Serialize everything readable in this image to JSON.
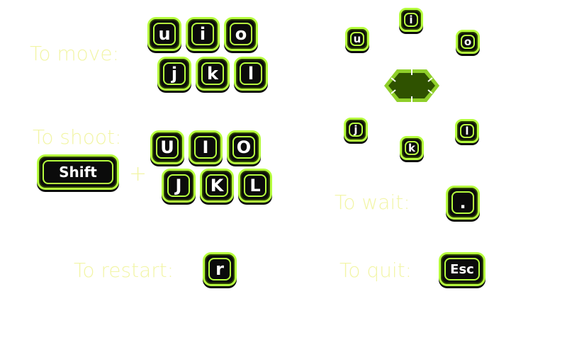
{
  "labels": {
    "move": "To move:",
    "shoot": "To shoot:",
    "restart": "To restart:",
    "wait": "To wait:",
    "quit": "To quit:",
    "plus": "+"
  },
  "keys": {
    "move_top": [
      "u",
      "i",
      "o"
    ],
    "move_bottom": [
      "j",
      "k",
      "l"
    ],
    "shoot_modifier": "Shift",
    "shoot_top": [
      "U",
      "I",
      "O"
    ],
    "shoot_bottom": [
      "J",
      "K",
      "L"
    ],
    "restart": "r",
    "wait": ".",
    "quit": "Esc"
  },
  "diagram": {
    "u": "u",
    "i": "i",
    "o": "o",
    "j": "j",
    "k": "k",
    "l": "l",
    "center_icon": "player-hexagon-icon"
  },
  "colors": {
    "label_text": "#f2f5a6",
    "key_border": "#b6ff3e",
    "key_fill": "#0b0b0b",
    "player_fill": "#2f5200",
    "player_border": "#8fcf2a"
  }
}
